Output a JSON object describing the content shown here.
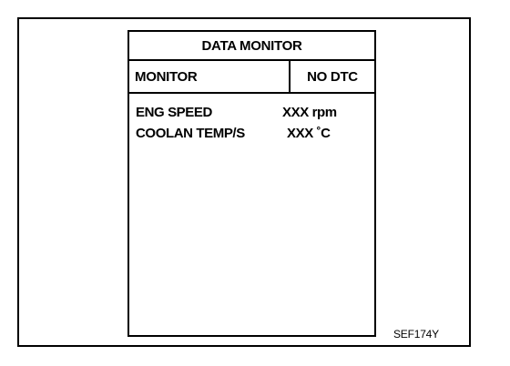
{
  "screen": {
    "title": "DATA MONITOR",
    "header": {
      "left": "MONITOR",
      "right": "NO DTC"
    },
    "rows": [
      {
        "label": "ENG SPEED",
        "value": "XXX rpm"
      },
      {
        "label": "COOLAN TEMP/S",
        "value": "XXX ˚C"
      }
    ]
  },
  "caption": "SEF174Y"
}
